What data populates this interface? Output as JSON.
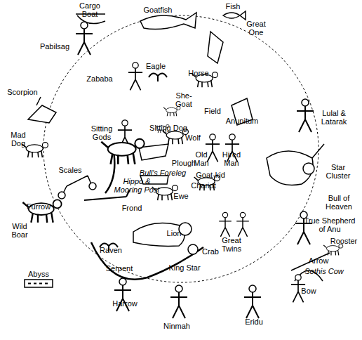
{
  "diagram": {
    "labels": [
      "Goatfish",
      "Fish",
      "Great One",
      "Cargo Boat",
      "Pabilsag",
      "Eagle",
      "Zababa",
      "Horse",
      "Scorpion",
      "She-Goat",
      "Field",
      "Anunitum",
      "Lulal & Latarak",
      "Sitting Gods",
      "Sitting Dog",
      "Wolf",
      "Old Man",
      "Hired Man",
      "Mad Dog",
      "Plough",
      "Bull's Foreleg",
      "Star Cluster",
      "Scales",
      "Hippo & Mooring Post",
      "Goat-kid",
      "Chariot",
      "Bull of Heaven",
      "Ewe",
      "Furrow",
      "Frond",
      "True Shepherd of Anu",
      "Wild Boar",
      "Rooster",
      "Lion",
      "Great Twins",
      "Crab",
      "Arrow",
      "Sothis Cow",
      "Raven",
      "Serpent",
      "King Star",
      "Abyss",
      "Bow",
      "Harrow",
      "Ninmah",
      "Eridu"
    ]
  }
}
